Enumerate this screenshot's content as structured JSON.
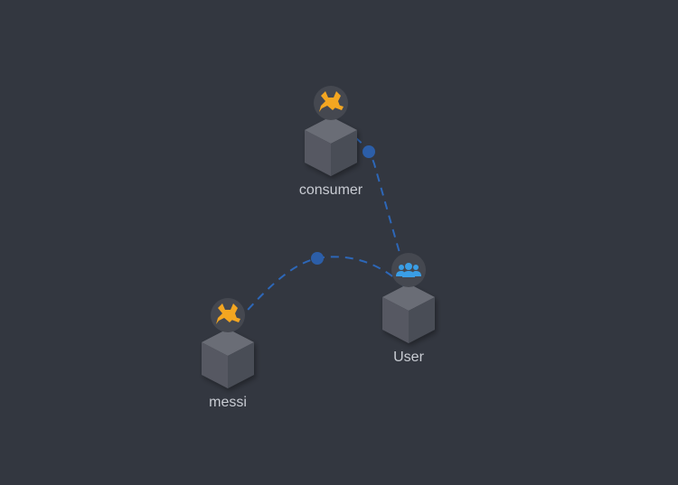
{
  "topology": {
    "nodes": [
      {
        "id": "consumer",
        "label": "consumer",
        "icon": "tomcat-icon"
      },
      {
        "id": "user",
        "label": "User",
        "icon": "users-icon"
      },
      {
        "id": "messi",
        "label": "messi",
        "icon": "tomcat-icon"
      }
    ],
    "edges": [
      {
        "from": "consumer",
        "to": "user"
      },
      {
        "from": "messi",
        "to": "user"
      }
    ]
  },
  "colors": {
    "background": "#333740",
    "cube_top": "#6a6d76",
    "cube_left": "#565962",
    "cube_right": "#4a4d56",
    "icon_circle": "#454850",
    "edge": "#2d67b8",
    "edge_dot": "#2c5ea8",
    "tomcat_icon": "#f3a621",
    "users_icon": "#3a9ee6",
    "label": "#c9ccd3"
  }
}
